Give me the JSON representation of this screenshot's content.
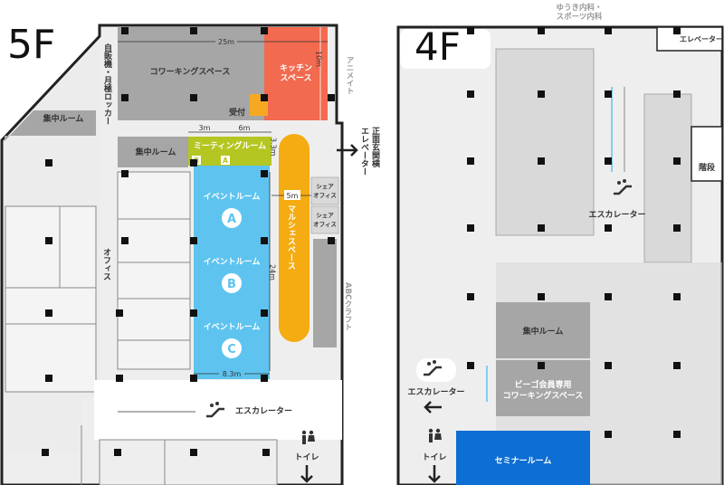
{
  "floor5": {
    "floor_label": "5F",
    "rooms": {
      "coworking": "コワーキングスペース",
      "kitchen_line1": "キッチン",
      "kitchen_line2": "スペース",
      "reception": "受付",
      "focus_room_left": "集中ルーム",
      "focus_room_mid": "集中ルーム",
      "meeting_room": "ミーティングルーム",
      "meeting_a": "A",
      "meeting_b": "B",
      "event_a_label": "イベントルーム",
      "event_a_letter": "A",
      "event_b_label": "イベントルーム",
      "event_b_letter": "B",
      "event_c_label": "イベントルーム",
      "event_c_letter": "C",
      "marche": "マルシェスペース",
      "share_office_1_line1": "シェア",
      "share_office_1_line2": "オフィス",
      "share_office_2_line1": "シェア",
      "share_office_2_line2": "オフィス",
      "office": "オフィス",
      "vending": "自販機・月極ロッカー"
    },
    "dimensions": {
      "coworking_width": "25m",
      "kitchen_height": "10m",
      "meeting_3m": "3m",
      "meeting_6m": "6m",
      "meeting_height": "3.3m",
      "marche_5m": "5m",
      "event_height": "24m",
      "event_width": "8.3m"
    },
    "neighbors": {
      "animate": "アニメイト",
      "abc_craft": "ABCクラフト"
    },
    "entrance_elevator_line1": "正面玄関横",
    "entrance_elevator_line2": "エレベーター",
    "escalator": "エスカレーター",
    "toilet": "トイレ"
  },
  "floor4": {
    "floor_label": "4F",
    "neighbor_top_line1": "ゆうき内科・",
    "neighbor_top_line2": "スポーツ内科",
    "elevator": "エレベーター",
    "stairs": "階段",
    "escalator_right": "エスカレーター",
    "escalator_left": "エスカレーター",
    "focus_room": "集中ルーム",
    "member_coworking_line1": "ビーゴ会員専用",
    "member_coworking_line2": "コワーキングスペース",
    "seminar_room": "セミナールーム",
    "toilet": "トイレ"
  },
  "colors": {
    "coworking": "#a6a6a6",
    "kitchen": "#f26a4f",
    "reception": "#f7a823",
    "meeting": "#b3c622",
    "event": "#5ec4ef",
    "marche": "#f5ac12",
    "seminar": "#0d6ed4",
    "floor_gray": "#eeeeee",
    "room_gray": "#d9d9d9"
  }
}
